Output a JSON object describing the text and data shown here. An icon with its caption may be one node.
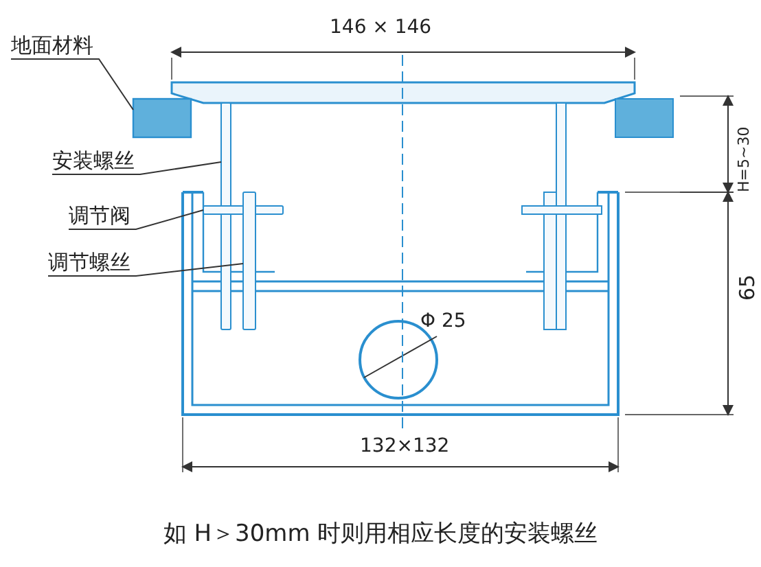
{
  "diagram": {
    "caption": "如 H＞30mm 时则用相应长度的安装螺丝",
    "nodes": [
      {
        "text": [
          "地面材料"
        ]
      },
      {
        "text": [
          "安装螺丝"
        ]
      },
      {
        "text": [
          "调节阀"
        ]
      },
      {
        "text": [
          "调节螺丝"
        ]
      },
      {
        "text": [],
        "shape": "box"
      },
      {
        "text": [],
        "shape": "bar"
      },
      {
        "text": [],
        "shape": "bar"
      },
      {
        "text": [],
        "shape": "bar"
      }
    ],
    "edges": [
      {
        "from": 0,
        "to": 4,
        "arrow": "none"
      },
      {
        "from": 1,
        "to": 5,
        "arrow": "none"
      },
      {
        "from": 2,
        "to": 6,
        "arrow": "none"
      },
      {
        "from": 3,
        "to": 7,
        "arrow": "none"
      }
    ],
    "labels": [
      "146 × 146",
      "H=5~30",
      "65",
      "Φ 25",
      "132×132"
    ]
  }
}
